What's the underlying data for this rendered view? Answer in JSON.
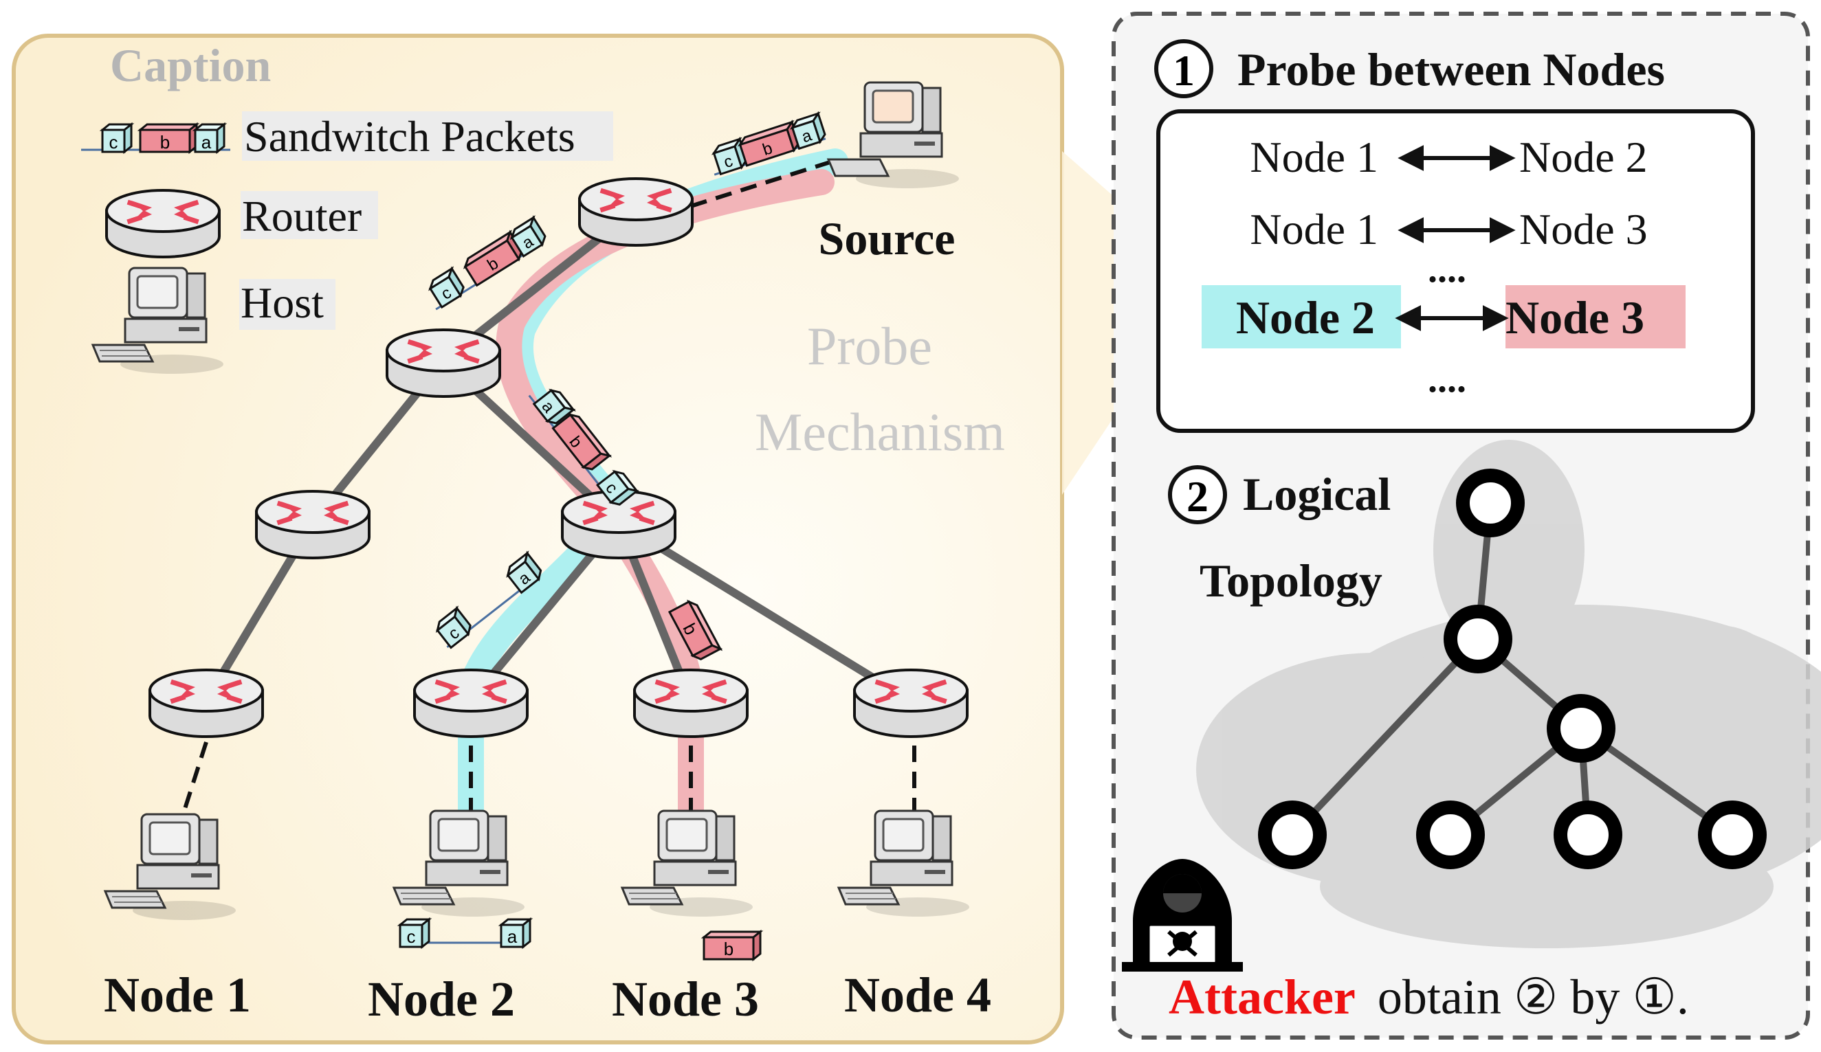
{
  "caption": {
    "title": "Caption",
    "items": [
      "Sandwitch Packets",
      "Router",
      "Host"
    ]
  },
  "source_label": "Source",
  "mechanism_label": [
    "Probe",
    "Mechanism"
  ],
  "node_labels": [
    "Node 1",
    "Node 2",
    "Node 3",
    "Node 4"
  ],
  "packet_letters": [
    "c",
    "b",
    "a"
  ],
  "probe": {
    "step_marker": "①",
    "title": "Probe between Nodes",
    "pairs": [
      {
        "left": "Node 1",
        "right": "Node 2"
      },
      {
        "left": "Node 1",
        "right": "Node 3"
      },
      {
        "left": "Node 2",
        "right": "Node 3"
      }
    ],
    "ellipsis": "...."
  },
  "logical": {
    "step_marker": "②",
    "title_line1": "Logical",
    "title_line2": "Topology"
  },
  "attacker": {
    "word": "Attacker",
    "rest": "obtain ② by ①."
  },
  "colors": {
    "panel_fill": "#fdf3dc",
    "panel_border": "#dcc28a",
    "cyan": "#aef0f0",
    "pink": "#f2b4b8",
    "router_red": "#e8455a",
    "attacker_red": "#ee1111"
  }
}
